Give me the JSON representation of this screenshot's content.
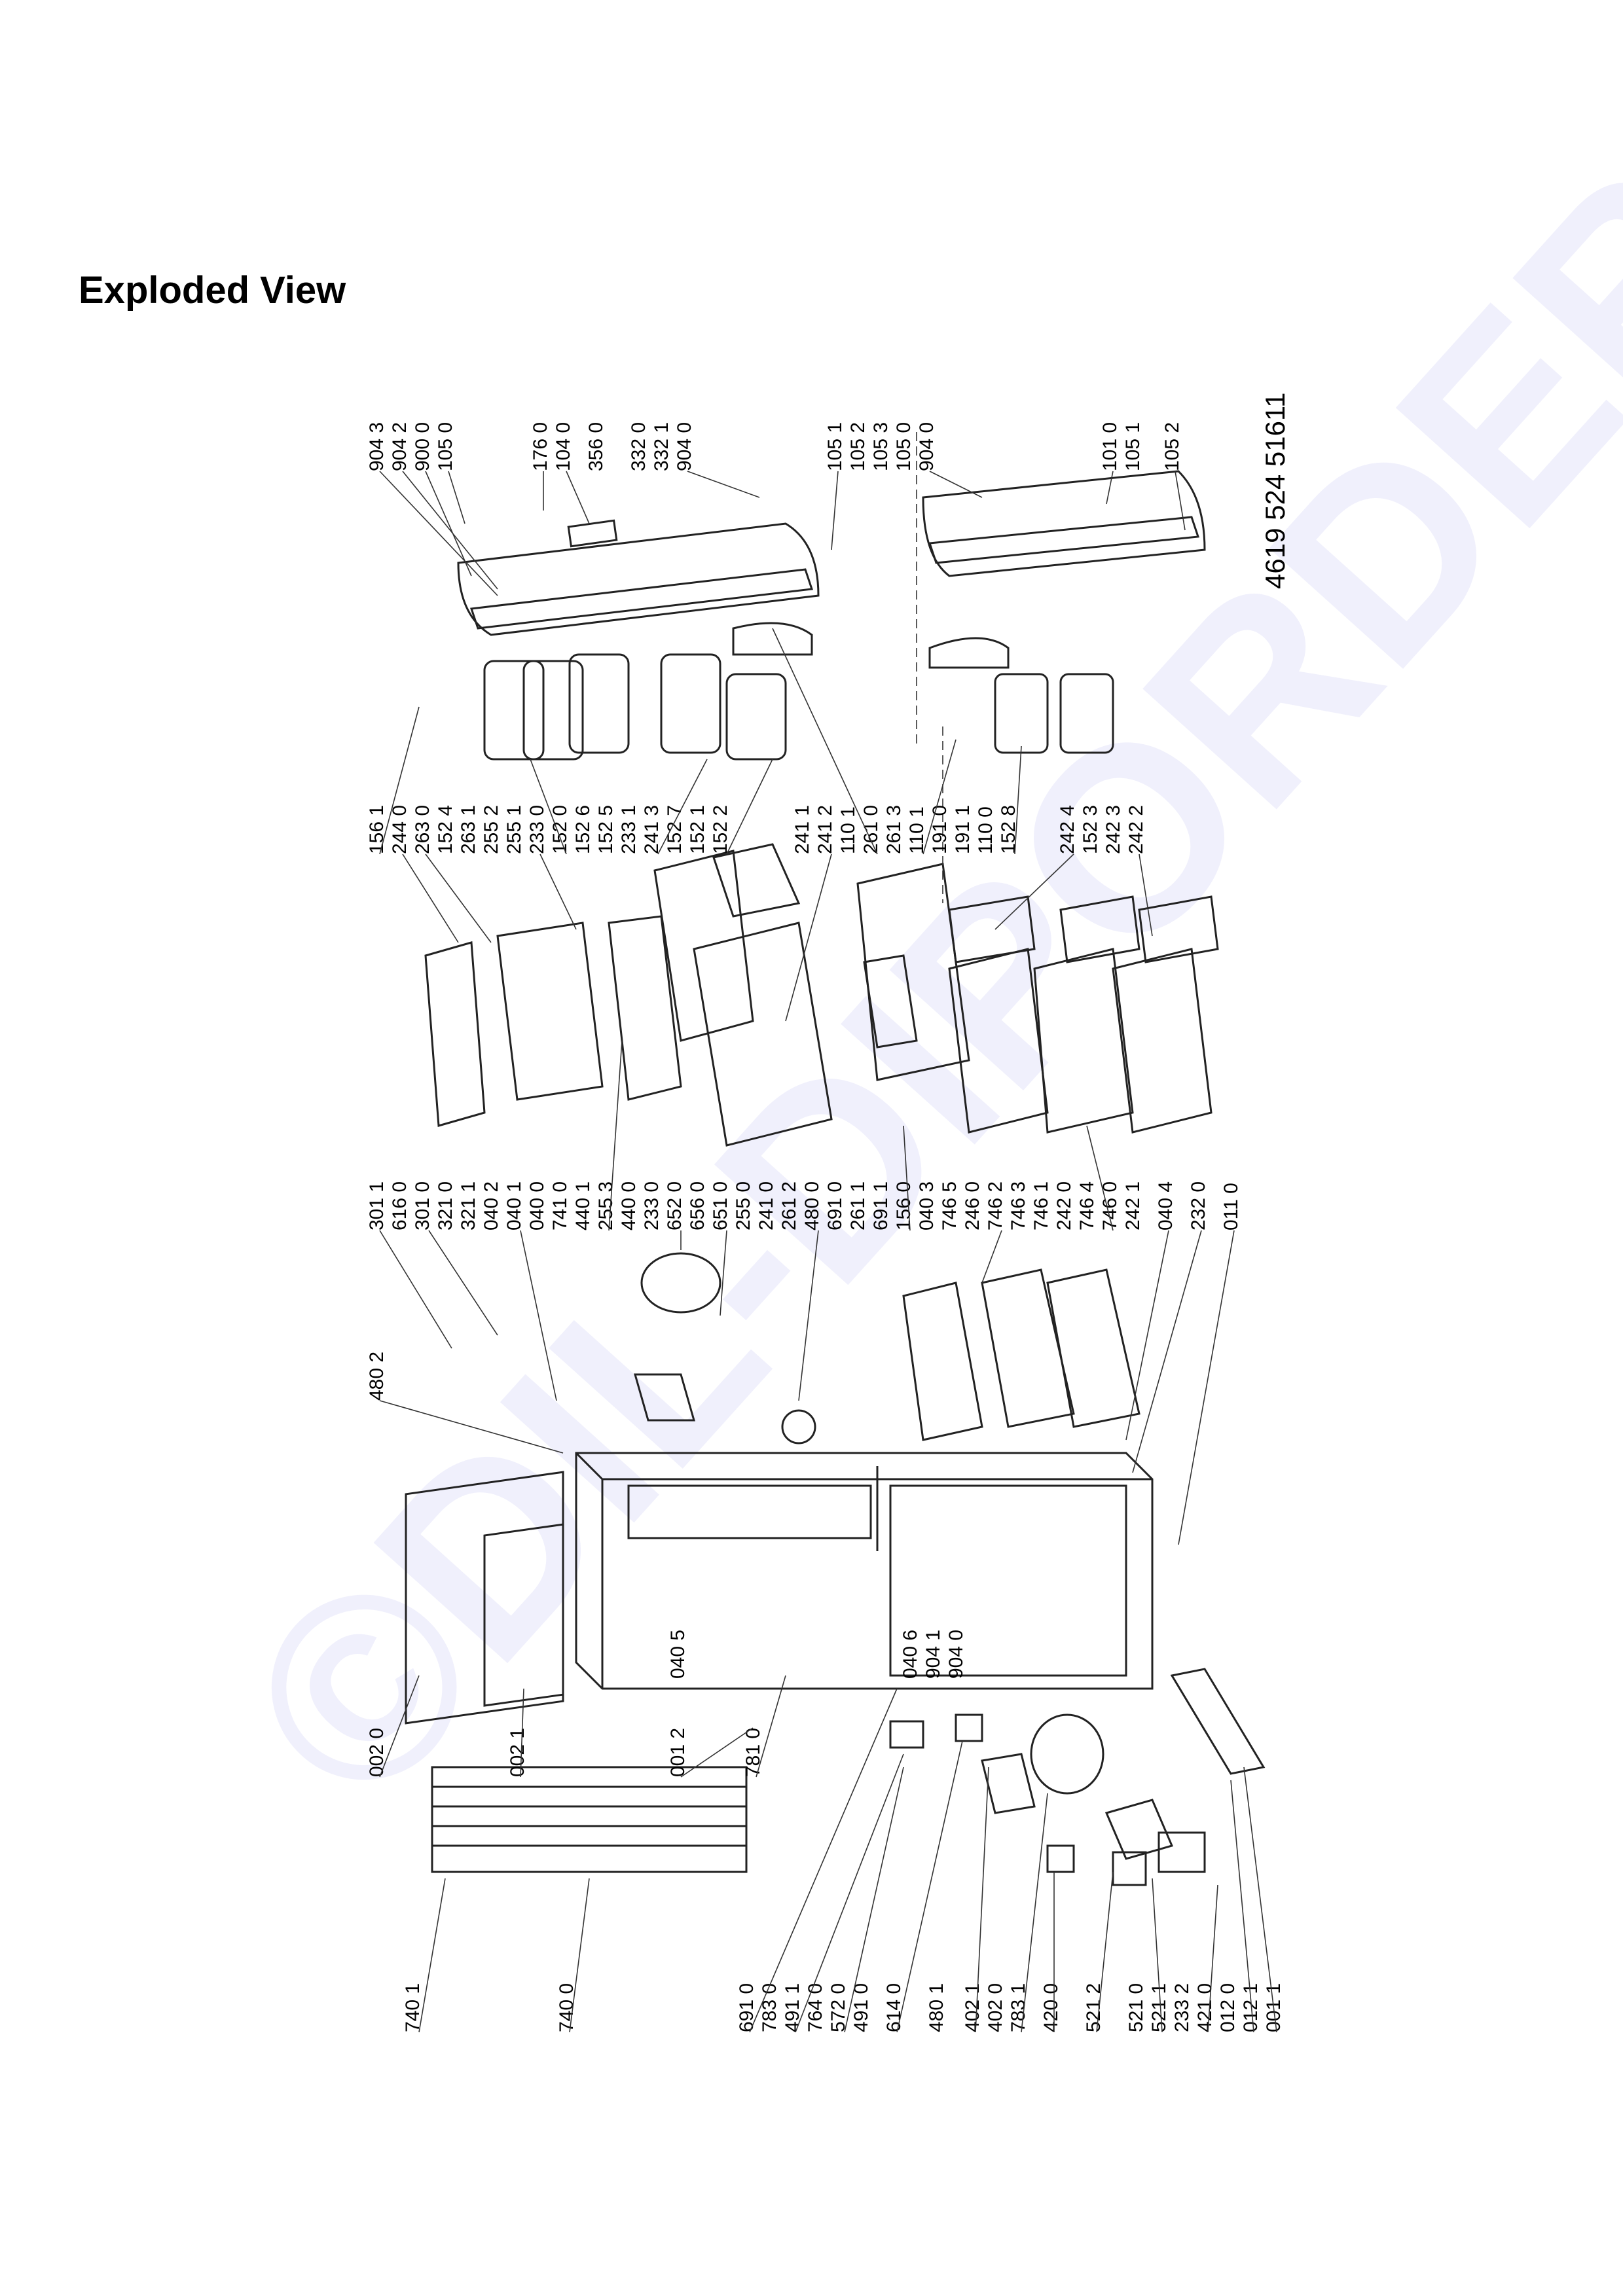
{
  "title": "Exploded View",
  "document_number": "4619 524 51611",
  "watermark": "©DIL-DIPORDER.cz",
  "groups": {
    "top_right": [
      "904 3",
      "904 2",
      "900 0",
      "105 0",
      "176 0",
      "104 0",
      "356 0",
      "332 0",
      "332 1",
      "904 0",
      "105 1",
      "105 2",
      "105 3",
      "105 0",
      "904 0",
      "101 0",
      "105 1",
      "105 2"
    ],
    "upper_mid": [
      "156 1",
      "244 0",
      "263 0",
      "152 4",
      "263 1",
      "255 2",
      "255 1",
      "233 0",
      "152 0",
      "152 6",
      "152 5",
      "233 1",
      "241 3",
      "152 7",
      "152 1",
      "152 2",
      "241 1",
      "241 2",
      "110 1",
      "261 0",
      "261 3",
      "110 1",
      "191 0",
      "191 1",
      "110 0",
      "152 8",
      "242 4",
      "152 3",
      "242 3",
      "242 2"
    ],
    "center": [
      "301 1",
      "616 0",
      "301 0",
      "321 0",
      "321 1",
      "040 2",
      "040 1",
      "040 0",
      "741 0",
      "440 1",
      "255 3",
      "440 0",
      "233 0",
      "652 0",
      "656 0",
      "651 0",
      "255 0",
      "241 0",
      "261 2",
      "480 0",
      "691 0",
      "261 1",
      "691 1",
      "156 0",
      "040 3",
      "746 5",
      "246 0",
      "746 2",
      "746 3",
      "746 1",
      "242 0",
      "746 4",
      "746 0",
      "242 1",
      "040 4",
      "232 0",
      "011 0"
    ],
    "left": [
      "480 2",
      "002 0",
      "002 1",
      "040 5",
      "001 2",
      "781 0",
      "040 6",
      "904 1",
      "904 0"
    ],
    "bottom": [
      "740 1",
      "740 0",
      "691 0",
      "783 0",
      "491 1",
      "764 0",
      "572 0",
      "491 0",
      "614 0",
      "480 1",
      "402 1",
      "402 0",
      "783 1",
      "420 0",
      "521 2",
      "521 0",
      "521 1",
      "233 2",
      "421 0",
      "012 0",
      "012 1",
      "001 1"
    ]
  }
}
